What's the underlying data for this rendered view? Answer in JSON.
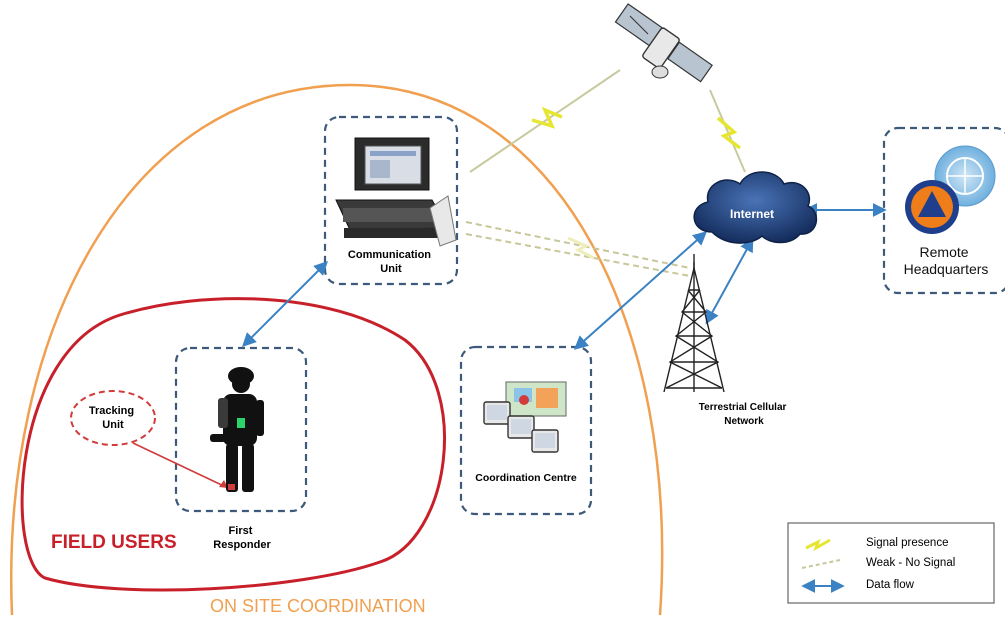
{
  "zones": {
    "on_site": "ON SITE COORDINATION",
    "field_users": "FIELD USERS"
  },
  "nodes": {
    "communication_unit": [
      "Communication",
      "Unit"
    ],
    "first_responder": [
      "First",
      "Responder"
    ],
    "tracking_unit": [
      "Tracking",
      "Unit"
    ],
    "coordination_centre": "Coordination Centre",
    "internet": "Internet",
    "cellular_network": [
      "Terrestrial Cellular",
      "Network"
    ],
    "remote_hq": [
      "Remote",
      "Headquarters"
    ]
  },
  "legend": {
    "signal_presence": "Signal presence",
    "weak_no_signal": "Weak - No Signal",
    "data_flow": "Data flow"
  },
  "colors": {
    "on_site": "#f0a050",
    "field_users": "#c8202a",
    "data_flow": "#3b82c4",
    "signal": "#e6e632",
    "box_dash": "#3d5a7a",
    "cloud": "#1f3f7a"
  }
}
